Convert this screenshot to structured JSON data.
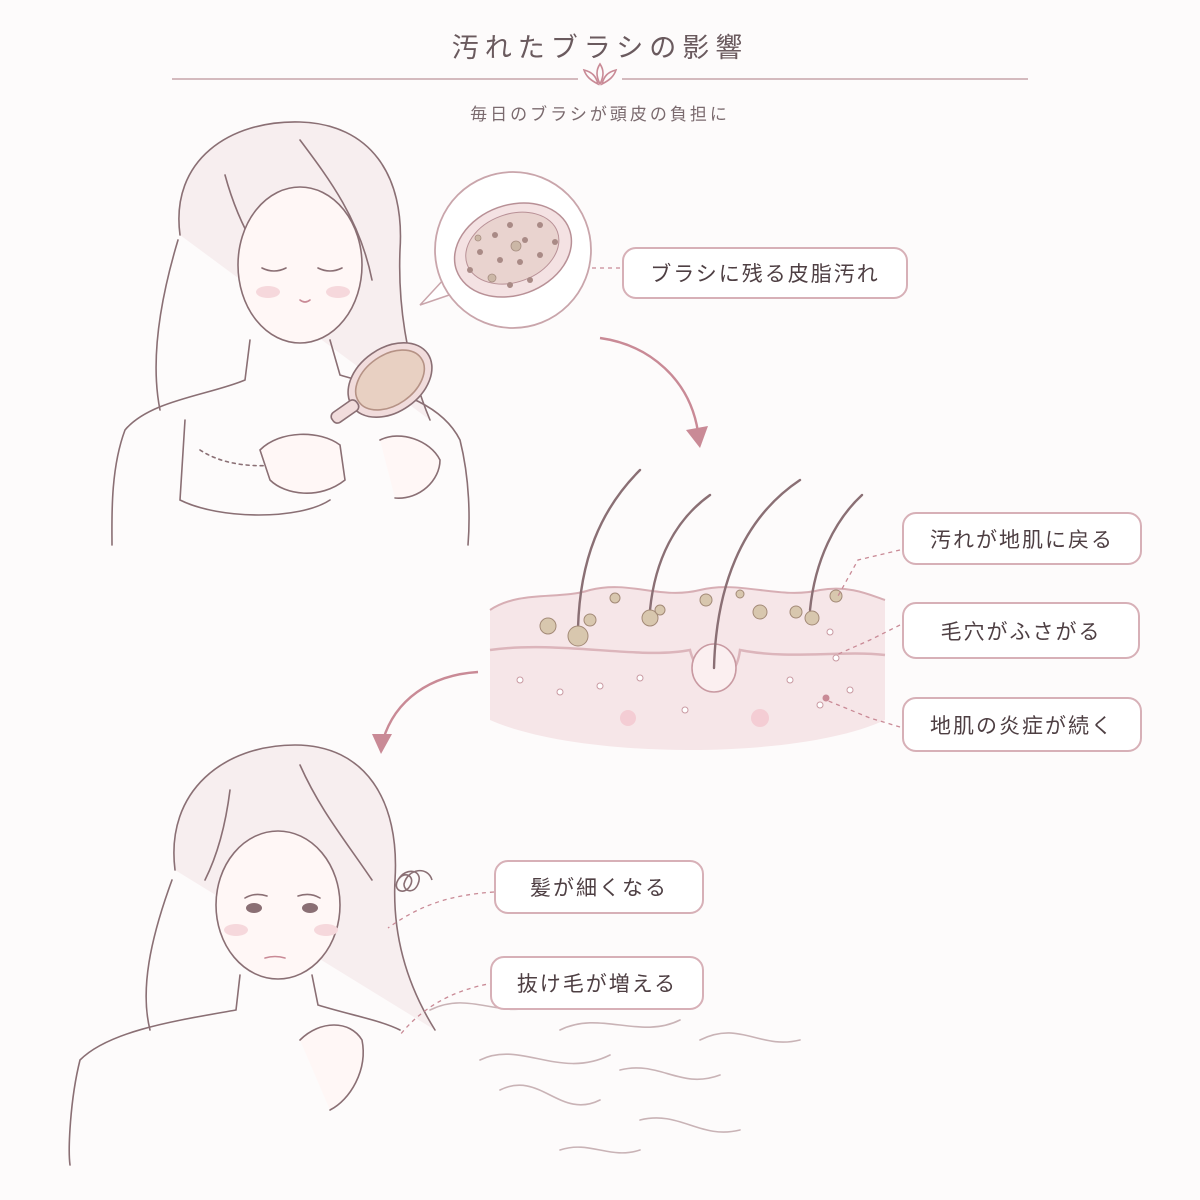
{
  "title": "汚れたブラシの影響",
  "subtitle": "毎日のブラシが頭皮の負担に",
  "labels": {
    "brush_sebum": "ブラシに残る皮脂汚れ",
    "dirt_returns": "汚れが地肌に戻る",
    "pores_clog": "毛穴がふさがる",
    "inflammation": "地肌の炎症が続く",
    "hair_thins": "髪が細くなる",
    "hair_loss": "抜け毛が増える"
  },
  "colors": {
    "accent": "#c98a96",
    "line": "#d7b0b7",
    "text": "#5a4a4e",
    "skin": "#f6e6e8"
  },
  "icons": {
    "divider": "leaf-ornament-icon",
    "flow_arrow": "curved-arrow-icon",
    "stress": "squiggle-icon"
  }
}
